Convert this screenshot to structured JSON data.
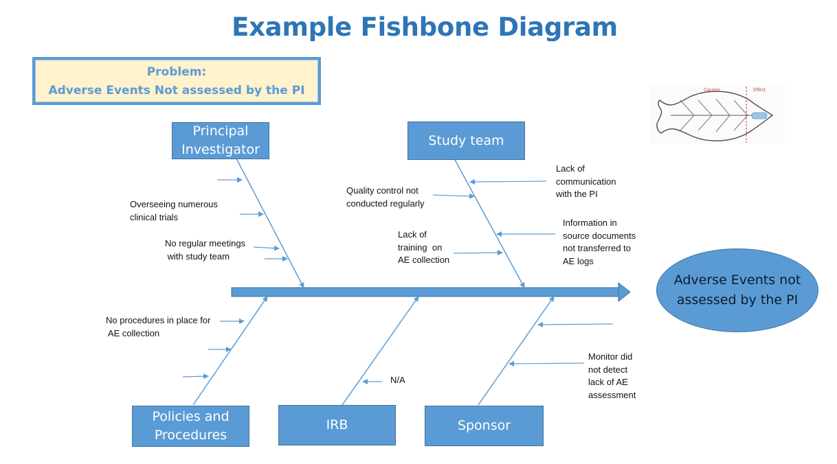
{
  "title": "Example Fishbone Diagram",
  "problem": {
    "heading": "Problem:",
    "text": "Adverse Events Not assessed by the PI"
  },
  "effect": "Adverse Events not\nassessed by the PI",
  "categories": {
    "principal_investigator": "Principal\nInvestigator",
    "study_team": "Study team",
    "policies": "Policies and\nProcedures",
    "irb": "IRB",
    "sponsor": "Sponsor"
  },
  "causes": {
    "overseeing": "Overseeing numerous\nclinical trials",
    "no_meetings": "No regular meetings\n with study team",
    "quality_control": "Quality control not\nconducted regularly",
    "lack_training": "Lack of\ntraining  on\nAE collection",
    "lack_communication": "Lack of\ncommunication\nwith the PI",
    "info_source": "Information in\nsource documents\nnot transferred to\nAE logs",
    "no_procedures": "No procedures in place for\n AE collection",
    "na": "N/A",
    "monitor": "Monitor did\nnot detect\nlack of AE\nassessment"
  },
  "icon": {
    "causes_label": "Causes",
    "effect_label": "Effect"
  },
  "colors": {
    "title": "#2e75b6",
    "box_fill": "#5b9bd5",
    "box_border": "#41719c",
    "problem_fill": "#fff2cc",
    "line": "#5b9bd5"
  }
}
